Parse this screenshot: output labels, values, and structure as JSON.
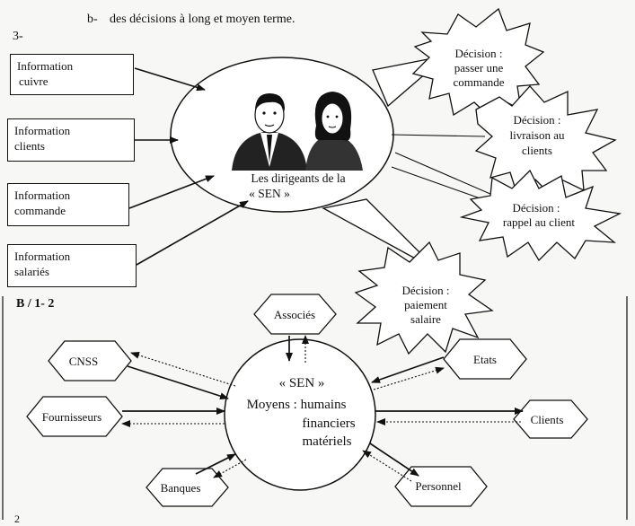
{
  "header": {
    "item_b": "b-",
    "item_b_text": "des décisions à long et moyen terme.",
    "section_3": "3-",
    "section_b": "B / 1- 2",
    "footer_mark": "2"
  },
  "info_boxes": [
    {
      "line1": "Information",
      "line2": "cuivre"
    },
    {
      "line1": "Information",
      "line2": "clients"
    },
    {
      "line1": "Information",
      "line2": "commande"
    },
    {
      "line1": "Information",
      "line2": "salariés"
    }
  ],
  "dirigeants": {
    "line1": "Les dirigeants de la",
    "line2": "« SEN »"
  },
  "decisions": [
    {
      "lines": [
        "Décision :",
        "passer une",
        "commande"
      ]
    },
    {
      "lines": [
        "Décision :",
        "livraison au",
        "clients"
      ]
    },
    {
      "lines": [
        "Décision :",
        "rappel au client"
      ]
    },
    {
      "lines": [
        "Décision :",
        "paiement",
        "salaire"
      ]
    }
  ],
  "sen": {
    "title": "« SEN »",
    "moyens": "Moyens : humains",
    "financiers": "financiers",
    "materiels": "matériels"
  },
  "partners": {
    "associes": "Associés",
    "cnss": "CNSS",
    "etats": "Etats",
    "fournisseurs": "Fournisseurs",
    "clients": "Clients",
    "banques": "Banques",
    "personnel": "Personnel"
  },
  "colors": {
    "ink": "#111111",
    "paper": "#f7f7f5",
    "shape_fill": "#ffffff"
  }
}
